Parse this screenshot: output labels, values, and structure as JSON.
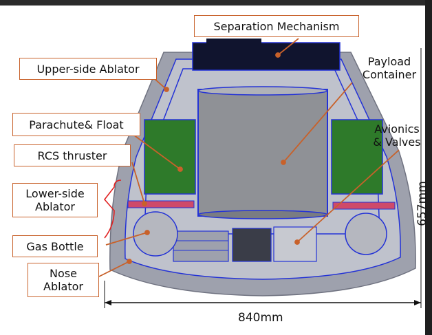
{
  "labels": {
    "separation_mechanism": "Separation Mechanism",
    "upper_side_ablator": "Upper-side Ablator",
    "payload_container": "Payload\nContainer",
    "parachute_float": "Parachute& Float",
    "avionics_valves": "Avionics\n& Valves",
    "rcs_thruster": "RCS thruster",
    "lower_side_ablator": "Lower-side\nAblator",
    "gas_bottle": "Gas Bottle",
    "nose_ablator": "Nose\nAblator"
  },
  "dimensions": {
    "width": "840mm",
    "height": "657mm"
  },
  "colors": {
    "leader_line": "#c8612a",
    "capsule_shell": "#9ea1ad",
    "structure_blue": "#2332d6",
    "parachute_green": "#2e7a2a",
    "separation_dark": "#10142e",
    "bracket_red": "#e02020"
  }
}
